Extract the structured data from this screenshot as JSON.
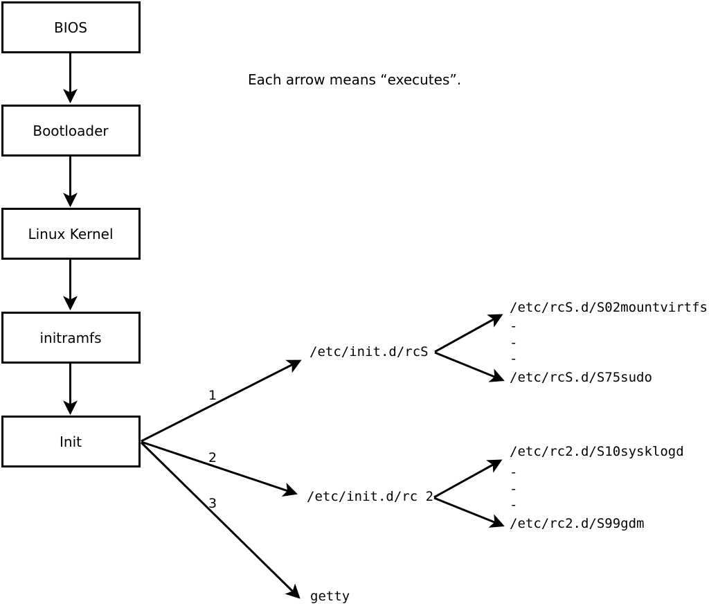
{
  "note": "Each arrow means “executes”.",
  "chain": [
    {
      "label": "BIOS"
    },
    {
      "label": "Bootloader"
    },
    {
      "label": "Linux Kernel"
    },
    {
      "label": "initramfs"
    },
    {
      "label": "Init"
    }
  ],
  "init_branches": [
    {
      "number": "1",
      "target": "/etc/init.d/rcS"
    },
    {
      "number": "2",
      "target": "/etc/init.d/rc 2"
    },
    {
      "number": "3",
      "target": "getty"
    }
  ],
  "rcs_scripts": {
    "first": "/etc/rcS.d/S02mountvirtfs",
    "dash": "-",
    "last": "/etc/rcS.d/S75sudo"
  },
  "rc2_scripts": {
    "first": "/etc/rc2.d/S10sysklogd",
    "dash": "-",
    "last": "/etc/rc2.d/S99gdm"
  },
  "colors": {
    "ink": "#000000",
    "background": "#ffffff",
    "box_fill": "#ffffff"
  }
}
